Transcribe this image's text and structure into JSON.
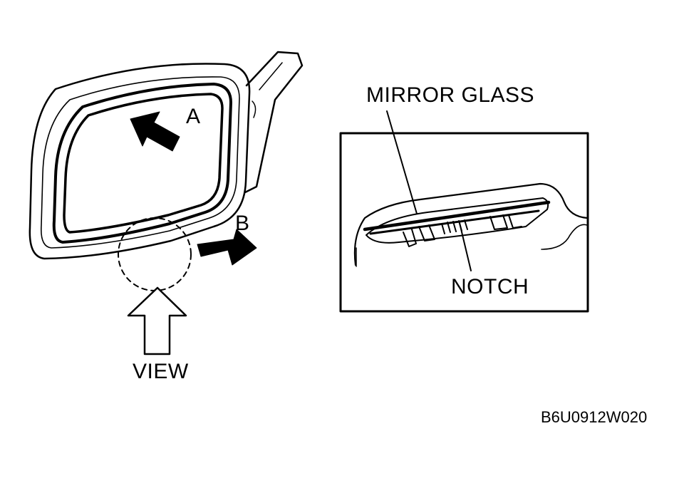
{
  "colors": {
    "ink": "#000000",
    "paper": "#ffffff"
  },
  "labels": {
    "arrow_a": "A",
    "arrow_b": "B",
    "view": "VIEW",
    "mirror_glass": "MIRROR GLASS",
    "notch": "NOTCH",
    "reference": "B6U0912W020"
  }
}
